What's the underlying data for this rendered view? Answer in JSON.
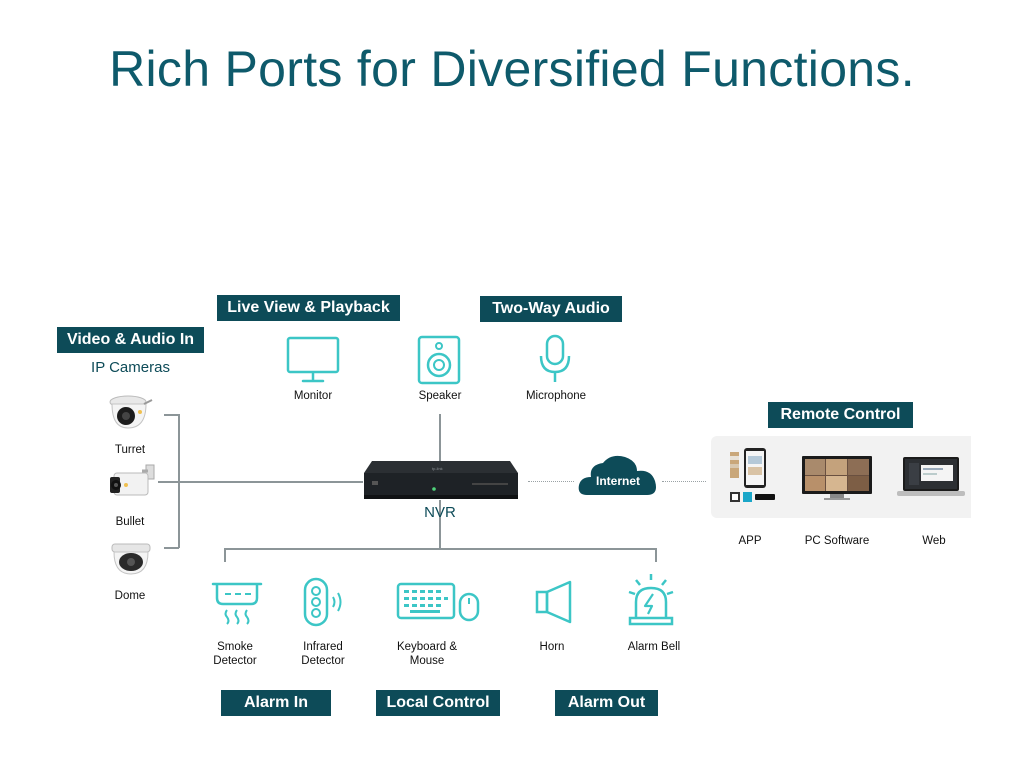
{
  "title": "Rich Ports for Diversified Functions.",
  "tags": {
    "video_audio_in": "Video & Audio In",
    "live_view": "Live View & Playback",
    "two_way_audio": "Two-Way Audio",
    "remote_control": "Remote Control",
    "alarm_in": "Alarm In",
    "local_control": "Local Control",
    "alarm_out": "Alarm Out"
  },
  "cameras": {
    "heading": "IP Cameras",
    "turret": "Turret",
    "bullet": "Bullet",
    "dome": "Dome"
  },
  "top_devices": {
    "monitor": "Monitor",
    "speaker": "Speaker",
    "microphone": "Microphone"
  },
  "center": {
    "nvr": "NVR",
    "internet": "Internet"
  },
  "remote": {
    "app": "APP",
    "pc_software": "PC Software",
    "web": "Web"
  },
  "bottom_devices": {
    "smoke_line1": "Smoke",
    "smoke_line2": "Detector",
    "infrared_line1": "Infrared",
    "infrared_line2": "Detector",
    "keyboard_line1": "Keyboard &",
    "keyboard_line2": "Mouse",
    "horn": "Horn",
    "alarm_bell": "Alarm Bell"
  },
  "colors": {
    "brand_dark_teal": "#0d4b58",
    "title_teal": "#0e5a6b",
    "icon_teal": "#3cc6c6",
    "line_gray": "#8c9598"
  }
}
